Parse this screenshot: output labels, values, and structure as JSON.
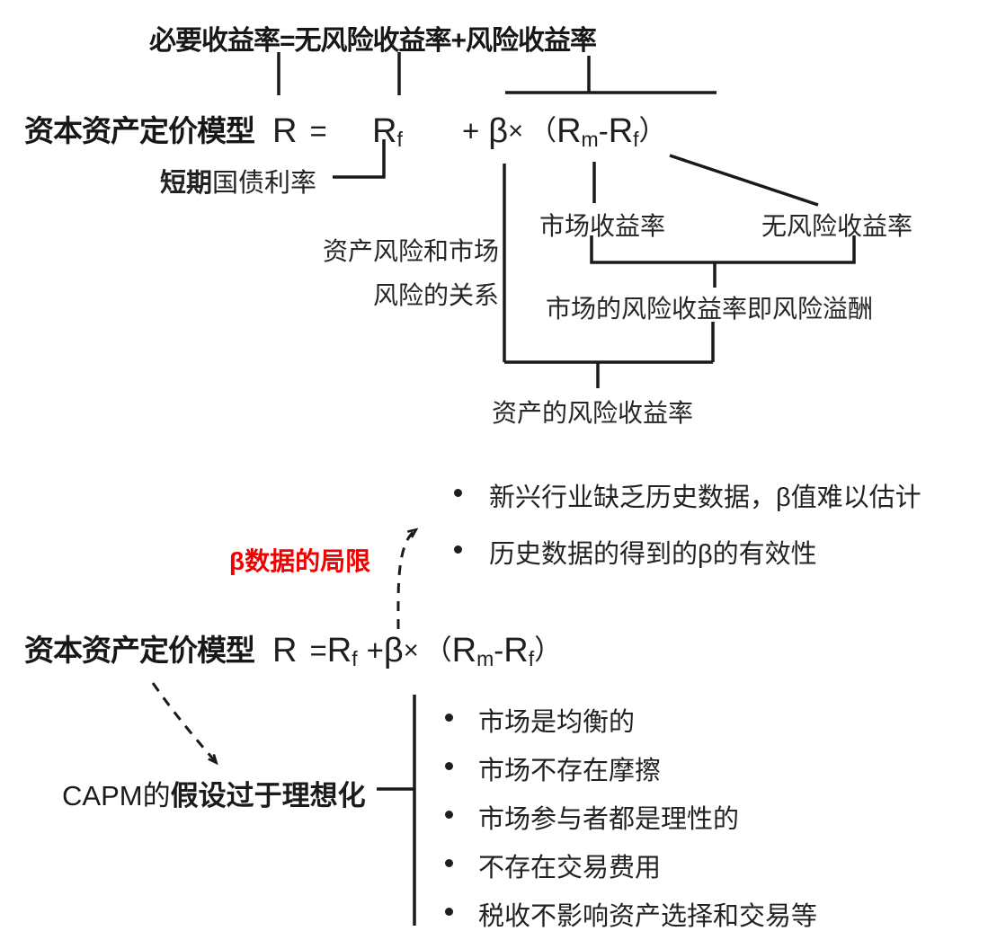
{
  "colors": {
    "ink": "#1e1e1e",
    "line": "#1a1a1a",
    "red_accent": "#f20000",
    "background": "#ffffff"
  },
  "formula_glyphs": {
    "R": "R",
    "eq": "=",
    "plus": "+",
    "beta": "β",
    "times": "×",
    "open": "（",
    "minus": "-",
    "close": "）",
    "sub_f": "f",
    "sub_m": "m"
  },
  "diagram1": {
    "title": "必要收益率=无风险收益率+风险收益率",
    "model_label": "资本资产定价模型",
    "labels": {
      "short_term_bold": "短期",
      "short_term_rest": "国债利率",
      "asset_risk_line1": "资产风险和市场",
      "asset_risk_line2": "风险的关系",
      "market_return": "市场收益率",
      "risk_free_return": "无风险收益率",
      "market_risk_premium": "市场的风险收益率即风险溢酬",
      "asset_risk_return": "资产的风险收益率"
    }
  },
  "section2": {
    "red_label": "β数据的局限",
    "model_label": "资本资产定价模型",
    "bullets": [
      "新兴行业缺乏历史数据，β值难以估计",
      "历史数据的得到的β的有效性"
    ]
  },
  "section3": {
    "capm_prefix": "CAPM的",
    "capm_bold": "假设过于理想化",
    "bullets": [
      "市场是均衡的",
      "市场不存在摩擦",
      "市场参与者都是理性的",
      "不存在交易费用",
      "税收不影响资产选择和交易等"
    ]
  }
}
